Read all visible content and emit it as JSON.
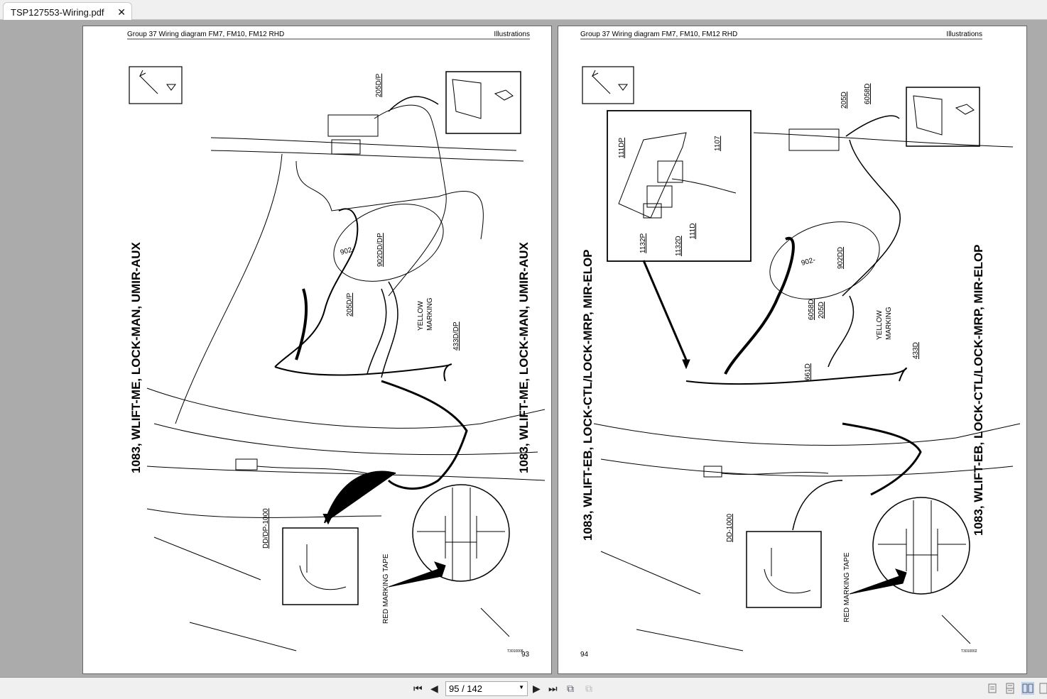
{
  "tab": {
    "title": "TSP127553-Wiring.pdf",
    "close": "✕"
  },
  "pages": [
    {
      "header_left": "Group 37 Wiring diagram FM7, FM10, FM12 RHD",
      "header_right": "Illustrations",
      "title": "1083, WLIFT-ME, LOCK-MAN, UMIR-AUX",
      "labels": {
        "a": "205D/P",
        "b": "902DD/DP",
        "c": "902-",
        "d": "205D/P",
        "e1": "YELLOW",
        "e2": "MARKING",
        "f": "433D/DP",
        "g": "DD/DP-1000",
        "h": "RED MARKING TAPE"
      },
      "figure_code": "T3010008",
      "page_number": "93"
    },
    {
      "header_left": "Group 37 Wiring diagram FM7, FM10, FM12 RHD",
      "header_right": "Illustrations",
      "title": "1083, WLIFT-EB, LOCK-CTL/LOCK-MRP, MIR-ELOP",
      "labels": {
        "a": "205D",
        "b": "6058D",
        "c": "111DP",
        "d": "1107",
        "e": "1132P",
        "f": "1132D",
        "g": "111D",
        "h": "902-",
        "i": "902DD",
        "j": "6058D",
        "k": "205D",
        "l": "661D",
        "m1": "YELLOW",
        "m2": "MARKING",
        "n": "433D",
        "o": "DD-1000",
        "p": "RED MARKING TAPE"
      },
      "figure_code": "T3010002",
      "page_number": "94"
    }
  ],
  "toolbar": {
    "page_input": "95 / 142",
    "first": "first-page-icon",
    "prev": "prev-page-icon",
    "next": "next-page-icon",
    "last": "last-page-icon",
    "view_mode_active": "two-page"
  }
}
